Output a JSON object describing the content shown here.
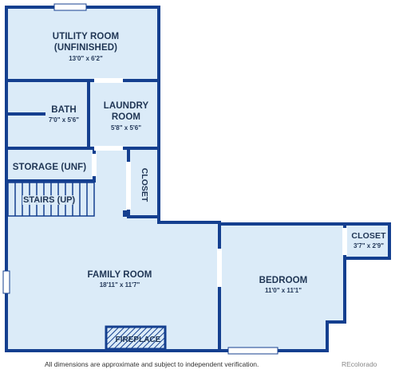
{
  "colors": {
    "wall": "#143f8f",
    "floor": "#dbebf8",
    "window": "#ffffff",
    "fireplace": "#143f8f"
  },
  "rooms": {
    "utility": {
      "name_line1": "UTILITY ROOM",
      "name_line2": "(UNFINISHED)",
      "dims": "13'0\" x 6'2\""
    },
    "bath": {
      "name": "BATH",
      "dims": "7'0\" x 5'6\""
    },
    "laundry": {
      "name_line1": "LAUNDRY",
      "name_line2": "ROOM",
      "dims": "5'8\" x 5'6\""
    },
    "storage": {
      "name": "STORAGE (UNF)"
    },
    "closet_vertical": {
      "name": "CLOSET"
    },
    "stairs": {
      "name": "STAIRS (UP)"
    },
    "family": {
      "name": "FAMILY ROOM",
      "dims": "18'11\" x 11'7\""
    },
    "bedroom": {
      "name": "BEDROOM",
      "dims": "11'0\" x 11'1\""
    },
    "closet_bedroom": {
      "name": "CLOSET",
      "dims": "3'7\" x 2'9\""
    },
    "fireplace": {
      "name": "FIREPLACE"
    }
  },
  "footer": {
    "disclaimer": "All dimensions are approximate and subject to independent verification.",
    "brand": "REcolorado"
  }
}
